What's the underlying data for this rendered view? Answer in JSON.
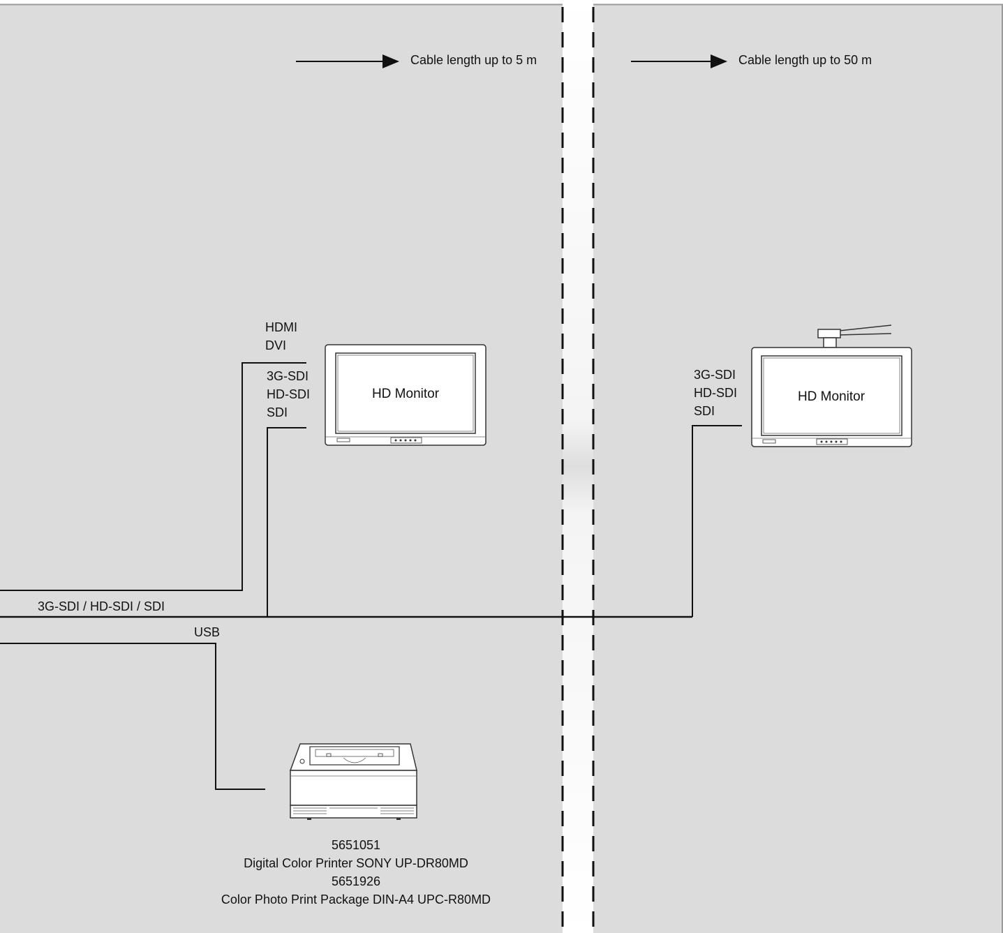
{
  "colors": {
    "panel_bg": "#dcdcdc",
    "gap_bg": "#ffffff",
    "line": "#111111"
  },
  "left_panel": {
    "cable_note": "Cable length up to 5 m"
  },
  "right_panel": {
    "cable_note": "Cable length up to 50 m"
  },
  "monitor_left": {
    "label": "HD Monitor",
    "inputs_top": [
      "HDMI",
      "DVI"
    ],
    "inputs_sdi": [
      "3G-SDI",
      "HD-SDI",
      "SDI"
    ]
  },
  "monitor_right": {
    "label": "HD Monitor",
    "inputs_sdi": [
      "3G-SDI",
      "HD-SDI",
      "SDI"
    ]
  },
  "cables": {
    "sdi_bus": "3G-SDI / HD-SDI / SDI",
    "usb": "USB"
  },
  "printer": {
    "lines": [
      "5651051",
      "Digital Color Printer SONY UP-DR80MD",
      "5651926",
      "Color Photo Print Package DIN-A4 UPC-R80MD"
    ]
  },
  "icons": [
    "arrow-right-icon",
    "monitor-icon",
    "ceiling-mount-monitor-icon",
    "printer-icon"
  ]
}
